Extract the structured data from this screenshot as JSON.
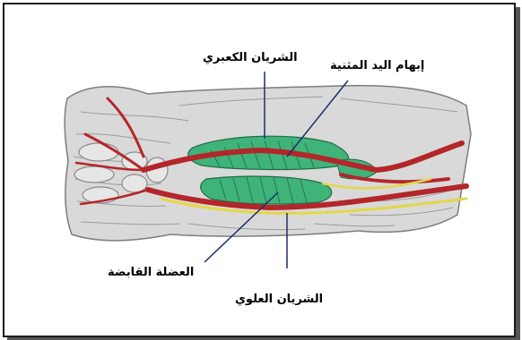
{
  "labels": {
    "radial_artery": "الشريان الكعبري",
    "thumb_flexor": "إبهام اليد المثنية",
    "flexor_muscle": "العضلة القابضة",
    "ulnar_artery": "الشريان العلوي"
  },
  "colors": {
    "artery": "#b3262a",
    "muscle": "#3fb37a",
    "nerve": "#e2d84a",
    "tissue": "#9c9c9c",
    "leader_line": "#1f2f6b"
  }
}
